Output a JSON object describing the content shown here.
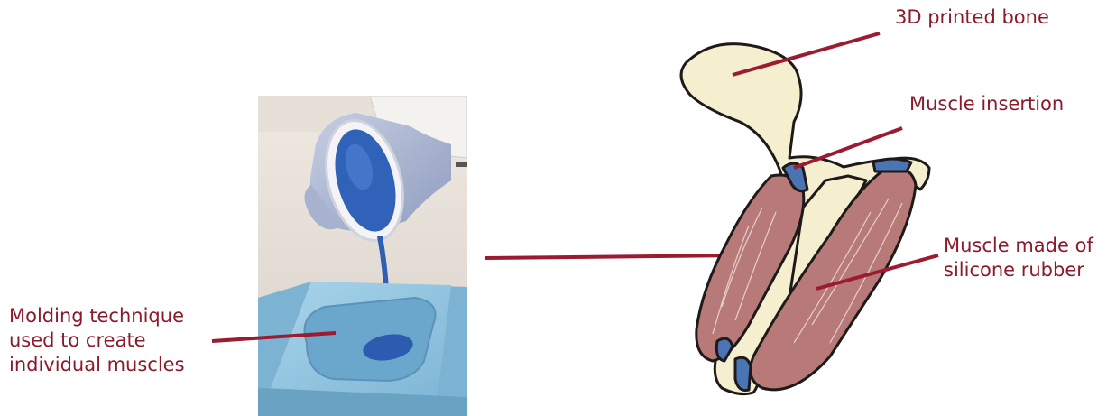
{
  "colors": {
    "label_text": "#8b1a2b",
    "leader_line": "#9b1b30",
    "bone_fill": "#f6efcf",
    "muscle_fill": "#b87a78",
    "insertion_fill": "#4a74b4",
    "outline": "#1f1a1a",
    "silicone_blue": "#3b6fc4",
    "mold_blue": "#8fc3df"
  },
  "labels": {
    "molding": "Molding technique\nused to create\nindividual muscles",
    "bone": "3D printed bone",
    "insertion": "Muscle insertion",
    "muscle": "Muscle made of\nsilicone rubber"
  },
  "photo": {
    "subject": "gloved hand pouring blue liquid silicone from a cup into a light blue mold"
  },
  "drawing": {
    "subject": "bone with two silicone muscles attached at blue insertion points"
  }
}
